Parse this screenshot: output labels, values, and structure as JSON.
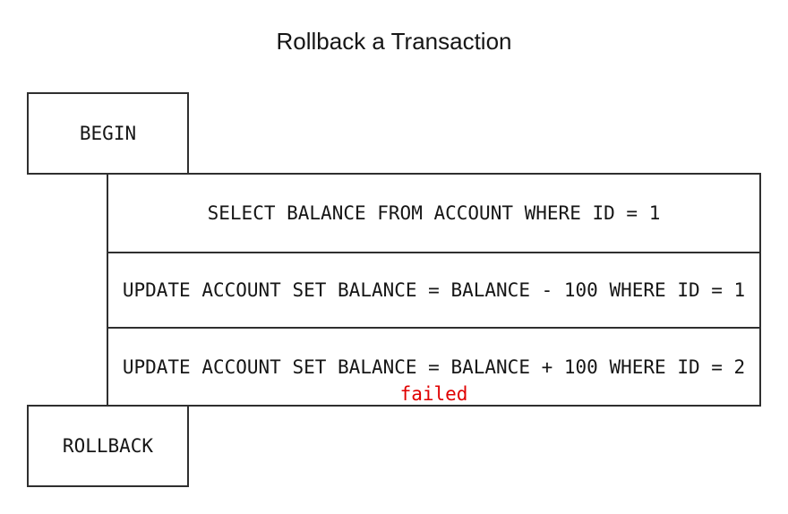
{
  "title": "Rollback a Transaction",
  "colors": {
    "line": "#2f2f2f",
    "text": "#161616",
    "failed": "#e00000",
    "background": "#ffffff"
  },
  "begin_box": {
    "label": "BEGIN"
  },
  "rollback_box": {
    "label": "ROLLBACK"
  },
  "statements": [
    {
      "sql": "SELECT BALANCE FROM ACCOUNT WHERE ID = 1"
    },
    {
      "sql": "UPDATE ACCOUNT SET BALANCE = BALANCE - 100 WHERE ID = 1"
    },
    {
      "sql": "UPDATE ACCOUNT SET BALANCE = BALANCE + 100 WHERE ID = 2",
      "status": "failed"
    }
  ]
}
